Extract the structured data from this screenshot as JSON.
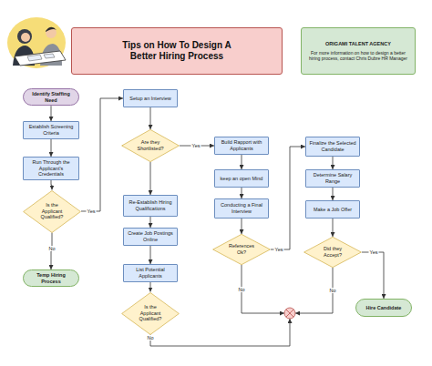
{
  "diagram": {
    "title": "Tips on How To Design A Better Hiring Process",
    "nodes": [
      {
        "text": [
          "ORIGAMI TALENT AGENCY",
          "For more information on how to design a better hiring process, contact Chris Dubre HR Manager"
        ]
      },
      {
        "text": [
          "Identify Staffing Need"
        ]
      },
      {
        "text": [
          "Establish Screening Criteria"
        ]
      },
      {
        "text": [
          "Run Through the Applicant's Credentials"
        ]
      },
      {
        "text": [
          "Is the Applicant Qualified?"
        ]
      },
      {
        "text": [
          "Temp Hiring Process"
        ]
      },
      {
        "text": [
          "Setup an Interview"
        ]
      },
      {
        "text": [
          "Are they Shortlisted?"
        ]
      },
      {
        "text": [
          "Re-Establish Hiring Qualifications"
        ]
      },
      {
        "text": [
          "Create Job Postings Online"
        ]
      },
      {
        "text": [
          "List Potential Applicants"
        ]
      },
      {
        "text": [
          "Is the Applicant Qualified?"
        ]
      },
      {
        "text": [
          "Build Rapport with Applicants"
        ]
      },
      {
        "text": [
          "keep an open Mind"
        ]
      },
      {
        "text": [
          "Conducting a Final Interview"
        ]
      },
      {
        "text": [
          "References Ok?"
        ]
      },
      {
        "text": [
          "Finalize the Selected Candidate"
        ]
      },
      {
        "text": [
          "Determine Salary Range"
        ]
      },
      {
        "text": [
          "Make a Job Offer"
        ]
      },
      {
        "text": [
          "Did they Accept?"
        ]
      },
      {
        "text": [
          "Hire Candidate"
        ]
      }
    ],
    "edges": [
      {
        "from": 1,
        "to": 2,
        "arrow": "to"
      },
      {
        "from": 2,
        "to": 3,
        "arrow": "to"
      },
      {
        "from": 3,
        "to": 4,
        "arrow": "to"
      },
      {
        "from": 4,
        "to": 5,
        "label": "No",
        "arrow": "to"
      },
      {
        "from": 4,
        "to": 6,
        "label": "Yes",
        "arrow": "to"
      },
      {
        "from": 6,
        "to": 7,
        "arrow": "to"
      },
      {
        "from": 7,
        "to": 8,
        "arrow": "to"
      },
      {
        "from": 7,
        "to": 12,
        "label": "Yes",
        "arrow": "to"
      },
      {
        "from": 8,
        "to": 9,
        "arrow": "to"
      },
      {
        "from": 9,
        "to": 10,
        "arrow": "to"
      },
      {
        "from": 10,
        "to": 11,
        "arrow": "to"
      },
      {
        "from": 12,
        "to": 13,
        "arrow": "to"
      },
      {
        "from": 13,
        "to": 14,
        "arrow": "to"
      },
      {
        "from": 14,
        "to": 15,
        "arrow": "to"
      },
      {
        "from": 15,
        "to": 16,
        "label": "Yes",
        "arrow": "to"
      },
      {
        "from": 16,
        "to": 17,
        "arrow": "to"
      },
      {
        "from": 17,
        "to": 18,
        "arrow": "to"
      },
      {
        "from": 18,
        "to": 19,
        "arrow": "to"
      },
      {
        "from": 19,
        "to": 20,
        "label": "Yes",
        "arrow": "to"
      }
    ],
    "labels": [
      "No",
      "No",
      "No"
    ]
  }
}
